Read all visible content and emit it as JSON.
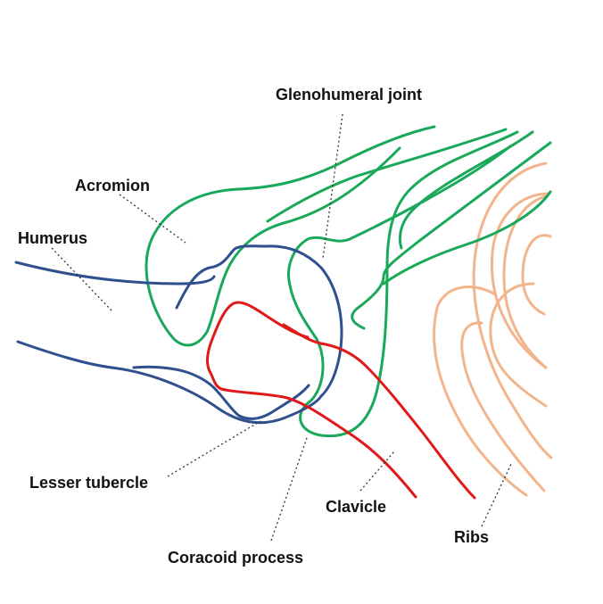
{
  "labels": {
    "glenohumeral_joint": "Glenohumeral joint",
    "acromion": "Acromion",
    "humerus": "Humerus",
    "lesser_tubercle": "Lesser tubercle",
    "clavicle": "Clavicle",
    "coracoid_process": "Coracoid process",
    "ribs": "Ribs"
  },
  "colors": {
    "scapula": "#1aa85a",
    "humerus": "#2f4f8f",
    "clavicle": "#e01919",
    "ribs": "#f2b58b"
  }
}
